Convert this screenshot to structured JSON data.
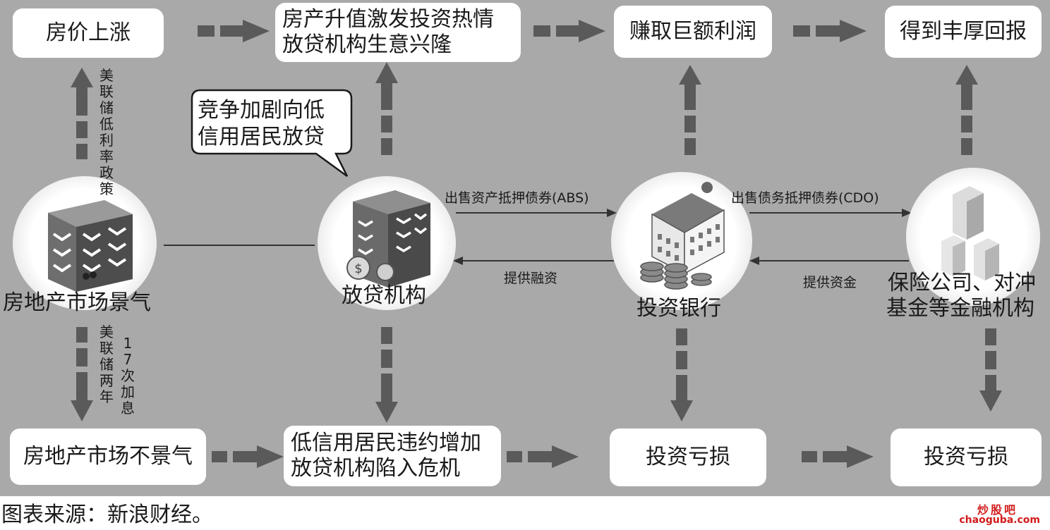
{
  "boxes": {
    "price_rise": "房价上涨",
    "appreciation_line1": "房产升值激发投资热情",
    "appreciation_line2": "放贷机构生意兴隆",
    "huge_profit": "赚取巨额利润",
    "rich_return": "得到丰厚回报",
    "market_down": "房地产市场不景气",
    "default_line1": "低信用居民违约增加",
    "default_line2": "放贷机构陷入危机",
    "loss_bank": "投资亏损",
    "loss_funds": "投资亏损"
  },
  "callout": {
    "line1": "竞争加剧向低",
    "line2": "信用居民放贷"
  },
  "nodes": {
    "real_estate": "房地产市场景气",
    "lender": "放贷机构",
    "bank": "投资银行",
    "funds_line1": "保险公司、对冲",
    "funds_line2": "基金等金融机构"
  },
  "flows": {
    "sell_abs": "出售资产抵押债券(ABS)",
    "financing": "提供融资",
    "sell_cdo": "出售债务抵押债券(CDO)",
    "funding": "提供资金"
  },
  "vertical_notes": {
    "low_rate": "美联储低利率政策",
    "hikes_a": "美联储两年",
    "hikes_b": "17次加息"
  },
  "caption": "图表来源：新浪财经。",
  "watermark": {
    "top": "炒股吧",
    "bottom": "chaoguba.com"
  },
  "colors": {
    "panel": "#a9a9a9",
    "arrow": "#5a5a5a",
    "box": "#ffffff",
    "watermark": "#d11b1b"
  }
}
